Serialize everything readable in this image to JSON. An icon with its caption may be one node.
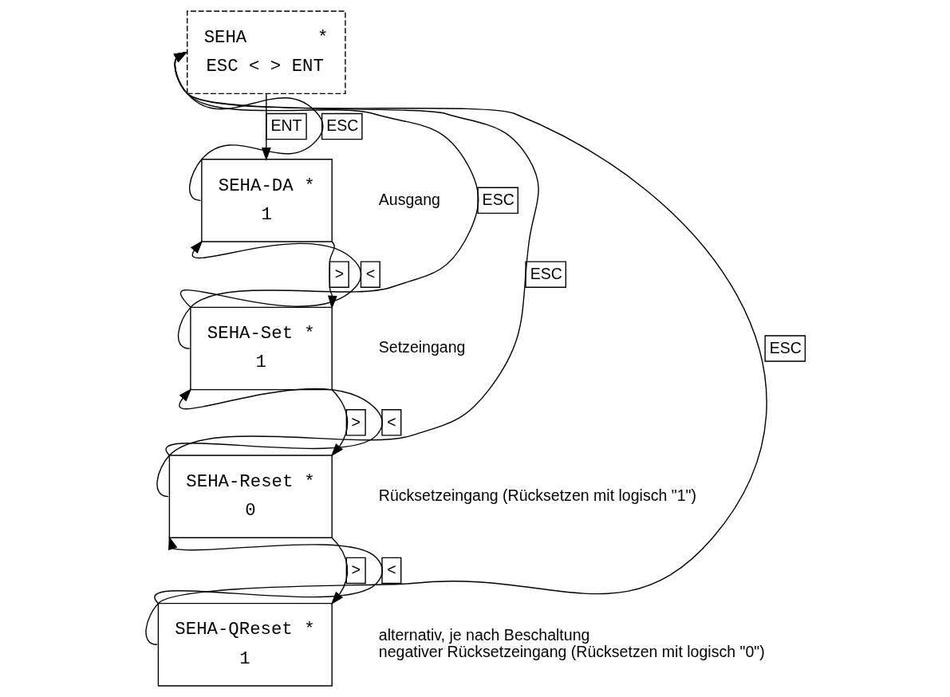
{
  "diagram": {
    "nodes": [
      {
        "text": [
          "SEHA",
          "*",
          "ESC < > ENT"
        ]
      },
      {
        "text": [
          "SEHA-DA",
          "*",
          "1"
        ],
        "beside": [
          "Ausgang"
        ]
      },
      {
        "text": [
          "SEHA-Set",
          "*",
          "1"
        ],
        "beside": [
          "Setzeingang"
        ]
      },
      {
        "text": [
          "SEHA-Reset",
          "*",
          "0"
        ],
        "beside": [
          "Rücksetzeingang (Rücksetzen mit logisch \"1\")"
        ]
      },
      {
        "text": [
          "SEHA-QReset",
          "*",
          "1"
        ],
        "beside": [
          "alternativ, je nach Beschaltung",
          "negativer Rücksetzeingang (Rücksetzen mit logisch \"0\")"
        ]
      }
    ],
    "edges": [
      {
        "from": 0,
        "to": 1,
        "arrow": "to",
        "label": "ENT"
      },
      {
        "from": 1,
        "to": 2,
        "arrow": "to",
        "label": ">"
      },
      {
        "from": 2,
        "to": 1,
        "arrow": "to",
        "label": "<"
      },
      {
        "from": 2,
        "to": 3,
        "arrow": "to",
        "label": ">"
      },
      {
        "from": 3,
        "to": 2,
        "arrow": "to",
        "label": "<"
      },
      {
        "from": 3,
        "to": 4,
        "arrow": "to",
        "label": ">"
      },
      {
        "from": 4,
        "to": 3,
        "arrow": "to",
        "label": "<"
      },
      {
        "from": 1,
        "to": 0,
        "arrow": "to",
        "label": "ESC"
      },
      {
        "from": 2,
        "to": 0,
        "arrow": "to",
        "label": "ESC"
      },
      {
        "from": 3,
        "to": 0,
        "arrow": "to",
        "label": "ESC"
      },
      {
        "from": 4,
        "to": 0,
        "arrow": "to",
        "label": "ESC"
      }
    ]
  }
}
